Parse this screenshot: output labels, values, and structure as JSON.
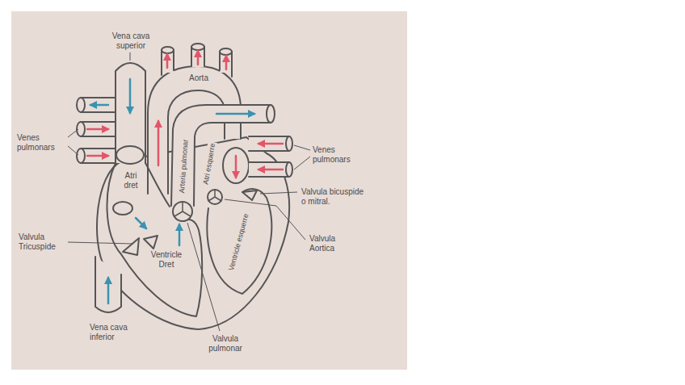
{
  "diagram": {
    "labels": [
      "Vena cava superior",
      "Aorta",
      "Arteria pulmonar",
      "Venes pulmonars",
      "Atri dret",
      "Atri esquerre",
      "Valvula bicuspide o mitral.",
      "Valvula Tricuspide",
      "Ventricle Dret",
      "Ventricle esquerre",
      "Valvula Aortica",
      "Vena cava inferior",
      "Valvula pulmonar",
      "Venes pulmonars"
    ]
  }
}
